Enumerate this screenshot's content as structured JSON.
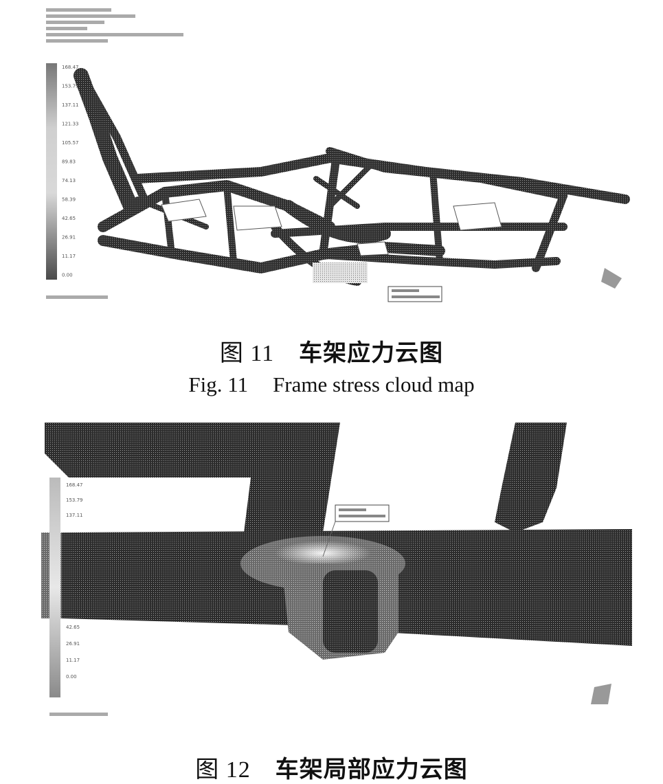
{
  "figure11": {
    "caption_zh_num": "图 11",
    "caption_zh_text": "车架应力云图",
    "caption_en_num": "Fig. 11",
    "caption_en_text": "Frame stress cloud map",
    "legend_values": [
      "168.47",
      "153.79",
      "137.11",
      "121.33",
      "105.57",
      "89.83",
      "74.13",
      "58.39",
      "42.65",
      "26.91",
      "11.17",
      "0.00"
    ]
  },
  "figure12": {
    "caption_zh_num": "图 12",
    "caption_zh_text": "车架局部应力云图",
    "legend_values_top": [
      "168.47",
      "153.79",
      "137.11"
    ],
    "legend_values_bottom": [
      "42.65",
      "26.91",
      "11.17",
      "0.00"
    ]
  },
  "colors": {
    "mesh": "#3c3c3c",
    "background": "#ffffff"
  }
}
